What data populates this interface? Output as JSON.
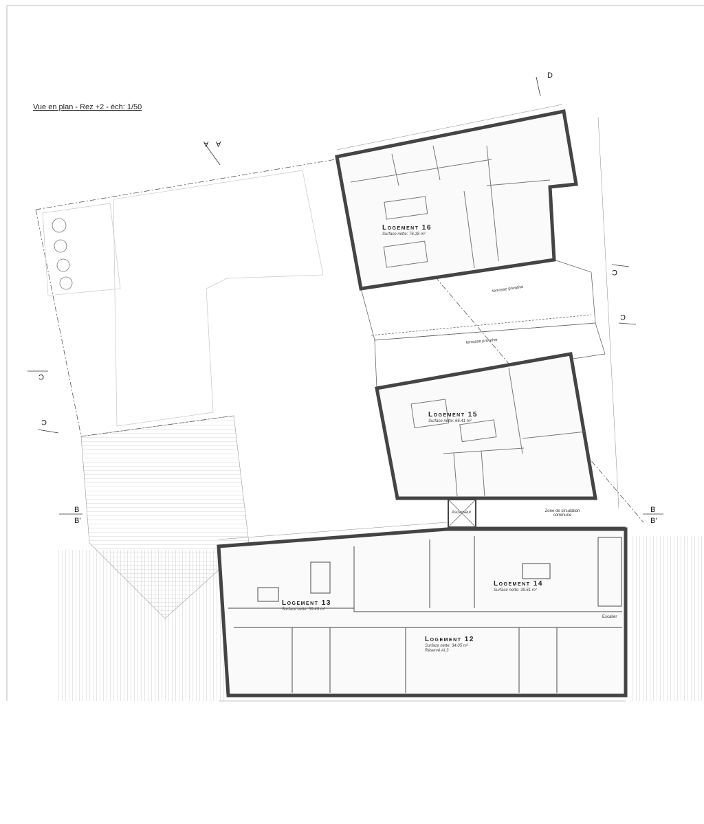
{
  "title": "Vue en plan - Rez +2 - éch: 1/50",
  "logements": [
    {
      "name": "Logement 16",
      "surface": "Surface nette: 76.18 m²"
    },
    {
      "name": "Logement 15",
      "surface": "Surface nette: 66.41 m²"
    },
    {
      "name": "Logement 14",
      "surface": "Surface nette: 39.61 m²"
    },
    {
      "name": "Logement 13",
      "surface": "Surface nette: 59.49 m²"
    },
    {
      "name": "Logement 12",
      "surface": "Surface nette: 34.05 m²",
      "note": "Réservé AI.3"
    }
  ],
  "zones": {
    "terrace_1": "terrasse privative",
    "terrace_2": "terrasse privative",
    "elevator": "Ascenseur",
    "circulation": "Zone de circulation commune",
    "stairs": "Escalier"
  },
  "section_markers": {
    "a": "A",
    "b": "B",
    "b_prime": "B'",
    "c": "C",
    "d": "D"
  }
}
